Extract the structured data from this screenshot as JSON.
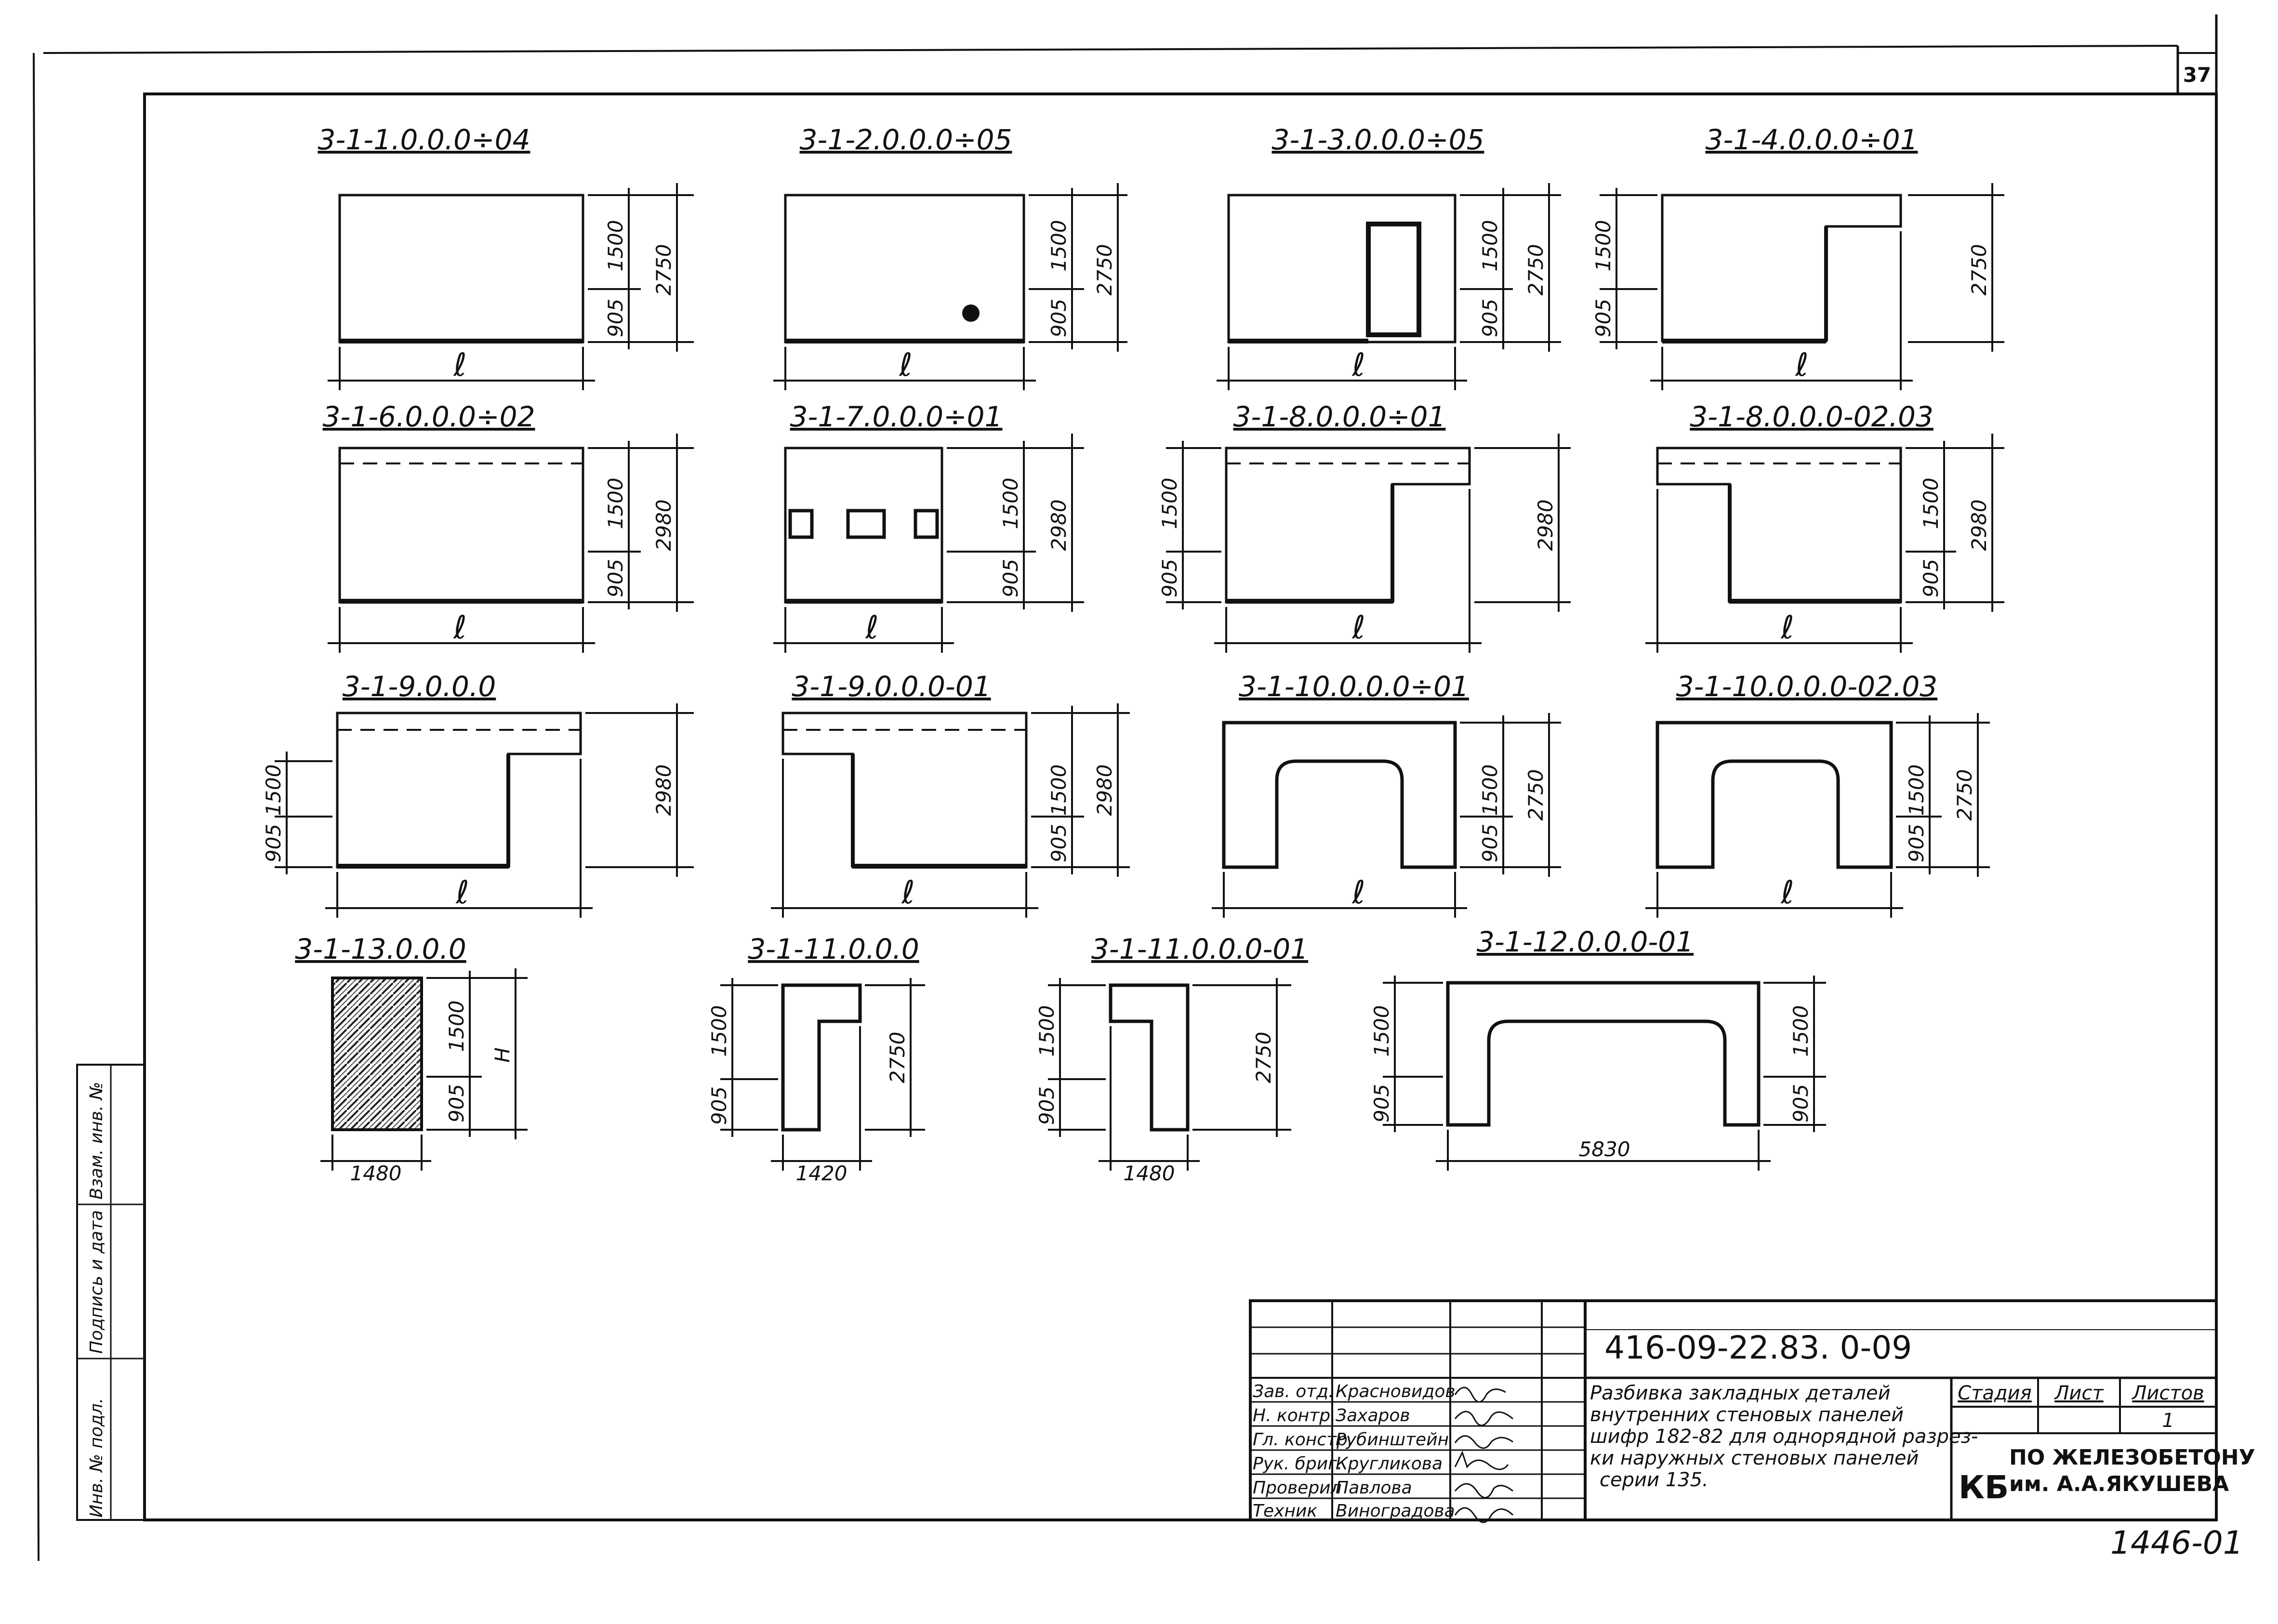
{
  "sheet": {
    "page_number": "37",
    "bottom_number": "1446-01"
  },
  "panels": [
    {
      "title": "3-1-1.0.0.0÷04",
      "length": "ℓ",
      "dims": [
        "1500",
        "905",
        "2750"
      ]
    },
    {
      "title": "3-1-2.0.0.0÷05",
      "length": "ℓ",
      "dims": [
        "1500",
        "905",
        "2750"
      ]
    },
    {
      "title": "3-1-3.0.0.0÷05",
      "length": "ℓ",
      "dims": [
        "1500",
        "905",
        "2750"
      ]
    },
    {
      "title": "3-1-4.0.0.0÷01",
      "length": "ℓ",
      "dims": [
        "1500",
        "905",
        "2750"
      ]
    },
    {
      "title": "3-1-6.0.0.0÷02",
      "length": "ℓ",
      "dims": [
        "1500",
        "905",
        "2980"
      ]
    },
    {
      "title": "3-1-7.0.0.0÷01",
      "length": "ℓ",
      "dims": [
        "1500",
        "905",
        "2980"
      ]
    },
    {
      "title": "3-1-8.0.0.0÷01",
      "length": "ℓ",
      "dims": [
        "1500",
        "905",
        "2980"
      ]
    },
    {
      "title": "3-1-8.0.0.0-02.03",
      "length": "ℓ",
      "dims": [
        "1500",
        "905",
        "2980"
      ]
    },
    {
      "title": "3-1-9.0.0.0",
      "length": "ℓ",
      "dims": [
        "1500",
        "905",
        "2980"
      ]
    },
    {
      "title": "3-1-9.0.0.0-01",
      "length": "ℓ",
      "dims": [
        "1500",
        "905",
        "2980"
      ]
    },
    {
      "title": "3-1-10.0.0.0÷01",
      "length": "ℓ",
      "dims": [
        "1500",
        "905",
        "2750"
      ]
    },
    {
      "title": "3-1-10.0.0.0-02.03",
      "length": "ℓ",
      "dims": [
        "1500",
        "905",
        "2750"
      ]
    },
    {
      "title": "3-1-13.0.0.0",
      "length": "1480",
      "dims": [
        "1500",
        "905",
        "H"
      ]
    },
    {
      "title": "3-1-11.0.0.0",
      "length": "1420",
      "dims": [
        "1500",
        "905",
        "2750"
      ]
    },
    {
      "title": "3-1-11.0.0.0-01",
      "length": "1480",
      "dims": [
        "1500",
        "905",
        "2750"
      ]
    },
    {
      "title": "3-1-12.0.0.0-01",
      "length": "5830",
      "dims": [
        "1500",
        "905",
        "1500",
        "905"
      ]
    }
  ],
  "margin_stamp": {
    "labels": [
      "Инв. № подл.",
      "Подпись и дата",
      "Взам. инв. №"
    ]
  },
  "title_block": {
    "code": "416-09-22.83.   0-09",
    "staff": [
      {
        "role": "Зав. отд.",
        "name": "Красновидов"
      },
      {
        "role": "Н. контр.",
        "name": "Захаров"
      },
      {
        "role": "Гл. констр.",
        "name": "Рубинштейн"
      },
      {
        "role": "Рук. бриг.",
        "name": "Кругликова"
      },
      {
        "role": "Проверил",
        "name": "Павлова"
      },
      {
        "role": "Техник",
        "name": "Виноградова"
      }
    ],
    "description": [
      "Разбивка закладных деталей",
      "внутренних стеновых панелей",
      "шифр 182-82 для однорядной разрез-",
      "ки наружных стеновых панелей",
      "серии 135."
    ],
    "stage_label": "Стадия",
    "sheet_label": "Лист",
    "sheets_label": "Листов",
    "sheets_value": "1",
    "org_mark": "КБ",
    "org_name_1": "ПО ЖЕЛЕЗОБЕТОНУ",
    "org_name_2": "им. А.А.ЯКУШЕВА"
  }
}
